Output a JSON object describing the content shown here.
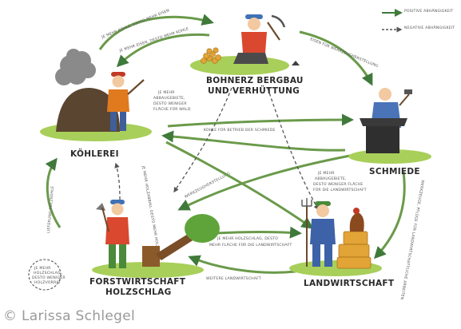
{
  "legend": {
    "positive": "POSITIVE ABHÄNGIGKEIT",
    "negative": "NEGATIVE ABHÄNGIGKEIT"
  },
  "nodes": {
    "bergbau_1": "BOHNERZ BERGBAU",
    "bergbau_2": "UND VERHÜTTUNG",
    "koehlerei": "KÖHLEREI",
    "schmiede": "SCHMIEDE",
    "forst_1": "FORSTWIRTSCHAFT",
    "forst_2": "HOLZSCHLAG",
    "landwirtschaft": "LANDWIRTSCHAFT"
  },
  "annotations": {
    "koehlerei_to_bergbau": "JE MEHR KOHLE, DESTO MEHR EISEN",
    "bergbau_to_koehlerei": "JE MEHR EISEN, DESTO MEHR KOHLE",
    "bergbau_to_schmiede": "EISEN FÜR WERKZEUGHERSTELLUNG",
    "bergbau_abbau_1": "JE MEHR",
    "bergbau_abbau_2": "ABBAUGEBIETE,",
    "bergbau_abbau_3": "DESTO WENIGER",
    "bergbau_abbau_4": "FLÄCHE FÜR WALD",
    "kohle_schmiede": "KOHLE FÜR BETRIEB DER SCHMIEDE",
    "werkzeug": "WERKZEUGHERSTELLUNG",
    "schmiede_abbau_1": "JE MEHR",
    "schmiede_abbau_2": "ABBAUGEBIETE,",
    "schmiede_abbau_3": "DESTO WENIGER FLÄCHE",
    "schmiede_abbau_4": "FÜR DIE LANDWIRTSCHAFT",
    "werkzeuge_land": "WERKZEUGE, PFLÜGE FÜR LANDWIRTSCHAFTLICHE ARBEITEN",
    "forst_koehler": "LIEFERUNG HOLZKOHLE",
    "forst_koehler_2": "JE MEHR HOLZABBAU, DESTO MEHR HOLZKOHLE",
    "holzschlag_1": "JE MEHR HOLZSCHLAG, DESTO",
    "holzschlag_2": "MEHR FLÄCHE FÜR DIE LANDWIRTSCHAFT",
    "landwirtschaft_forst": "WEITERE LANDWIRTSCHAFT",
    "loop_1": "JE MEHR",
    "loop_2": "HOLZSCHLAG,",
    "loop_3": "DESTO WENIGER",
    "loop_4": "HOLZVORRAT"
  },
  "copyright": "© Larissa Schlegel"
}
